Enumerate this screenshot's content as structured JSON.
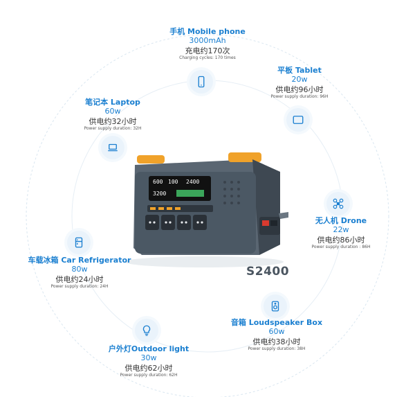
{
  "model": "S2400",
  "product": {
    "display": {
      "left_top": "600",
      "left_mid": "100",
      "left_bottom": "3200",
      "right_top": "2400"
    }
  },
  "devices": {
    "phone": {
      "name": "手机 Mobile phone",
      "capacity": "3000mAh",
      "metric_cn": "充电约170次",
      "metric_en": "Charging cycles: 170 times",
      "icon": "phone-icon"
    },
    "tablet": {
      "name": "平板 Tablet",
      "power": "20w",
      "metric_cn": "供电约96小时",
      "metric_en": "Power supply duration: 96H",
      "icon": "tablet-icon"
    },
    "laptop": {
      "name": "笔记本 Laptop",
      "power": "60w",
      "metric_cn": "供电约32小时",
      "metric_en": "Power supply duration: 32H",
      "icon": "laptop-icon"
    },
    "drone": {
      "name": "无人机 Drone",
      "power": "22w",
      "metric_cn": "供电约86小时",
      "metric_en": "Power supply duration : 86H",
      "icon": "drone-icon"
    },
    "fridge": {
      "name": "车载冰箱 Car Refrigerator",
      "power": "80w",
      "metric_cn": "供电约24小时",
      "metric_en": "Power supply duration: 24H",
      "icon": "refrigerator-icon"
    },
    "speaker": {
      "name": "音箱 Loudspeaker Box",
      "power": "60w",
      "metric_cn": "供电约38小时",
      "metric_en": "Power supply duration: 38H",
      "icon": "speaker-icon"
    },
    "light": {
      "name": "户外灯Outdoor light",
      "power": "30w",
      "metric_cn": "供电约62小时",
      "metric_en": "Power supply duration: 62H",
      "icon": "lightbulb-icon"
    }
  },
  "colors": {
    "accent": "#1a7fd0",
    "icon_bg": "#eaf3fb",
    "body": "#4b5864",
    "orange": "#f0a22a"
  }
}
